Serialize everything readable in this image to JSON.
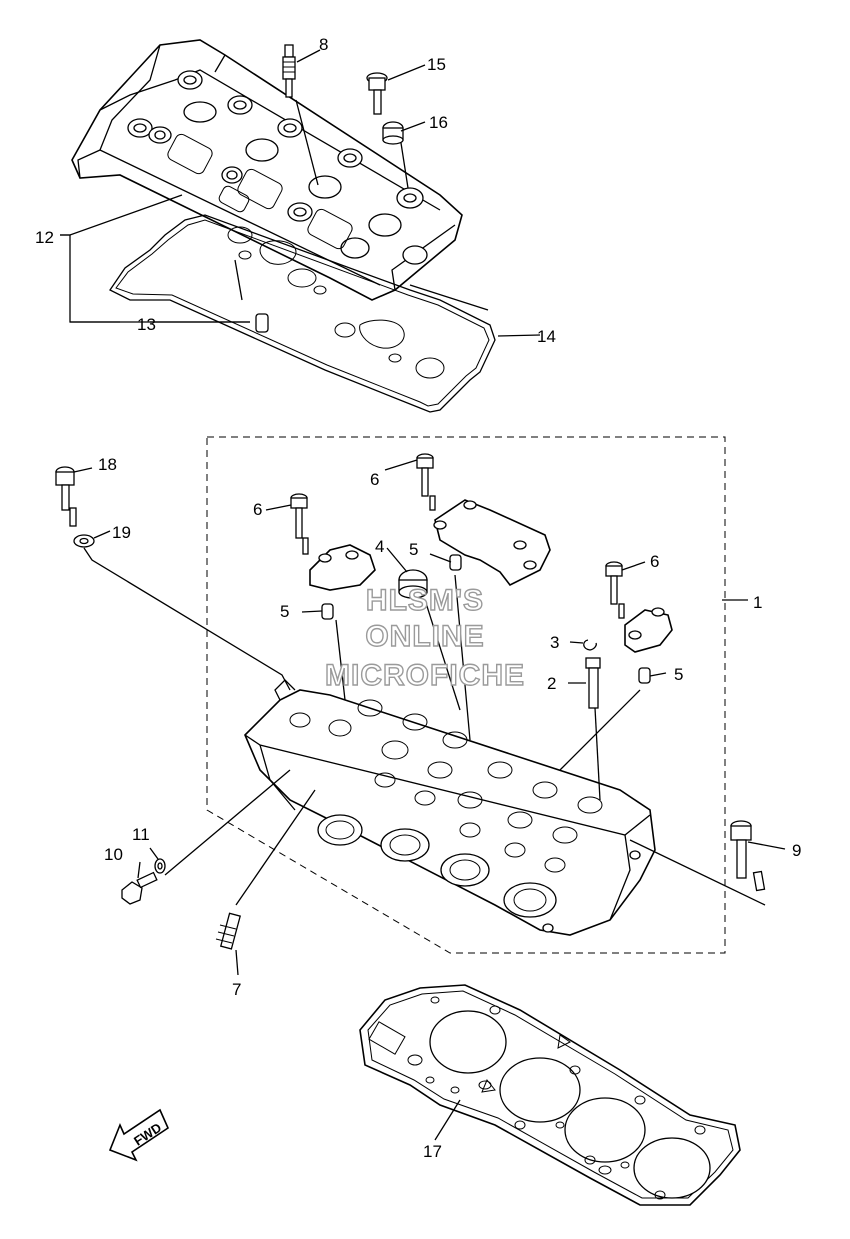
{
  "callouts": [
    {
      "id": "1",
      "label": "1"
    },
    {
      "id": "2",
      "label": "2"
    },
    {
      "id": "3",
      "label": "3"
    },
    {
      "id": "4",
      "label": "4"
    },
    {
      "id": "5a",
      "label": "5"
    },
    {
      "id": "5b",
      "label": "5"
    },
    {
      "id": "5c",
      "label": "5"
    },
    {
      "id": "6a",
      "label": "6"
    },
    {
      "id": "6b",
      "label": "6"
    },
    {
      "id": "6c",
      "label": "6"
    },
    {
      "id": "7",
      "label": "7"
    },
    {
      "id": "8",
      "label": "8"
    },
    {
      "id": "9",
      "label": "9"
    },
    {
      "id": "10",
      "label": "10"
    },
    {
      "id": "11",
      "label": "11"
    },
    {
      "id": "12",
      "label": "12"
    },
    {
      "id": "13",
      "label": "13"
    },
    {
      "id": "14",
      "label": "14"
    },
    {
      "id": "15",
      "label": "15"
    },
    {
      "id": "16",
      "label": "16"
    },
    {
      "id": "17",
      "label": "17"
    },
    {
      "id": "18",
      "label": "18"
    },
    {
      "id": "19",
      "label": "19"
    }
  ],
  "watermark": {
    "line1": "HLSM'S",
    "line2": "ONLINE",
    "line3": "MICROFICHE"
  },
  "fwd_label": "FWD"
}
